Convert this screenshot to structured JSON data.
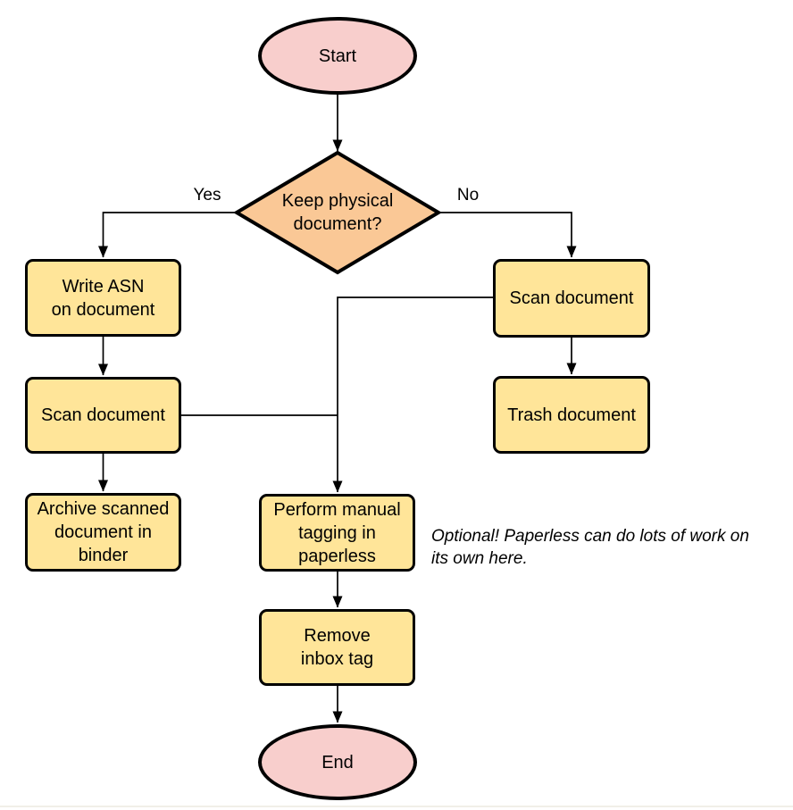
{
  "colors": {
    "page_bg": "#ffffff",
    "stroke": "#000000",
    "terminal_fill": "#f8cecc",
    "decision_fill": "#fac896",
    "process_fill": "#ffe599",
    "page_edge": "#f1efe8"
  },
  "nodes": {
    "start": {
      "type": "terminal",
      "lines": [
        "Start"
      ]
    },
    "decision": {
      "type": "decision",
      "lines": [
        "Keep physical",
        "document?"
      ]
    },
    "write_asn": {
      "type": "process",
      "lines": [
        "Write ASN",
        "on document"
      ]
    },
    "scan_left": {
      "type": "process",
      "lines": [
        "Scan document"
      ]
    },
    "archive": {
      "type": "process",
      "lines": [
        "Archive scanned",
        "document in",
        "binder"
      ]
    },
    "scan_right": {
      "type": "process",
      "lines": [
        "Scan document"
      ]
    },
    "trash": {
      "type": "process",
      "lines": [
        "Trash document"
      ]
    },
    "tagging": {
      "type": "process",
      "lines": [
        "Perform manual",
        "tagging in",
        "paperless"
      ]
    },
    "remove_inbox": {
      "type": "process",
      "lines": [
        "Remove",
        "inbox tag"
      ]
    },
    "end": {
      "type": "terminal",
      "lines": [
        "End"
      ]
    }
  },
  "edge_labels": {
    "yes": "Yes",
    "no": "No"
  },
  "edges": [
    {
      "from": "start",
      "to": "decision"
    },
    {
      "from": "decision",
      "to": "write_asn",
      "label": "Yes"
    },
    {
      "from": "decision",
      "to": "scan_right",
      "label": "No"
    },
    {
      "from": "write_asn",
      "to": "scan_left"
    },
    {
      "from": "scan_left",
      "to": "archive"
    },
    {
      "from": "scan_right",
      "to": "trash"
    },
    {
      "from": "scan_right",
      "to": "tagging"
    },
    {
      "from": "scan_left",
      "to": "tagging"
    },
    {
      "from": "tagging",
      "to": "remove_inbox"
    },
    {
      "from": "remove_inbox",
      "to": "end"
    }
  ],
  "annotation": {
    "lines": [
      "Optional! Paperless can do lots of work on",
      "its own here."
    ]
  }
}
